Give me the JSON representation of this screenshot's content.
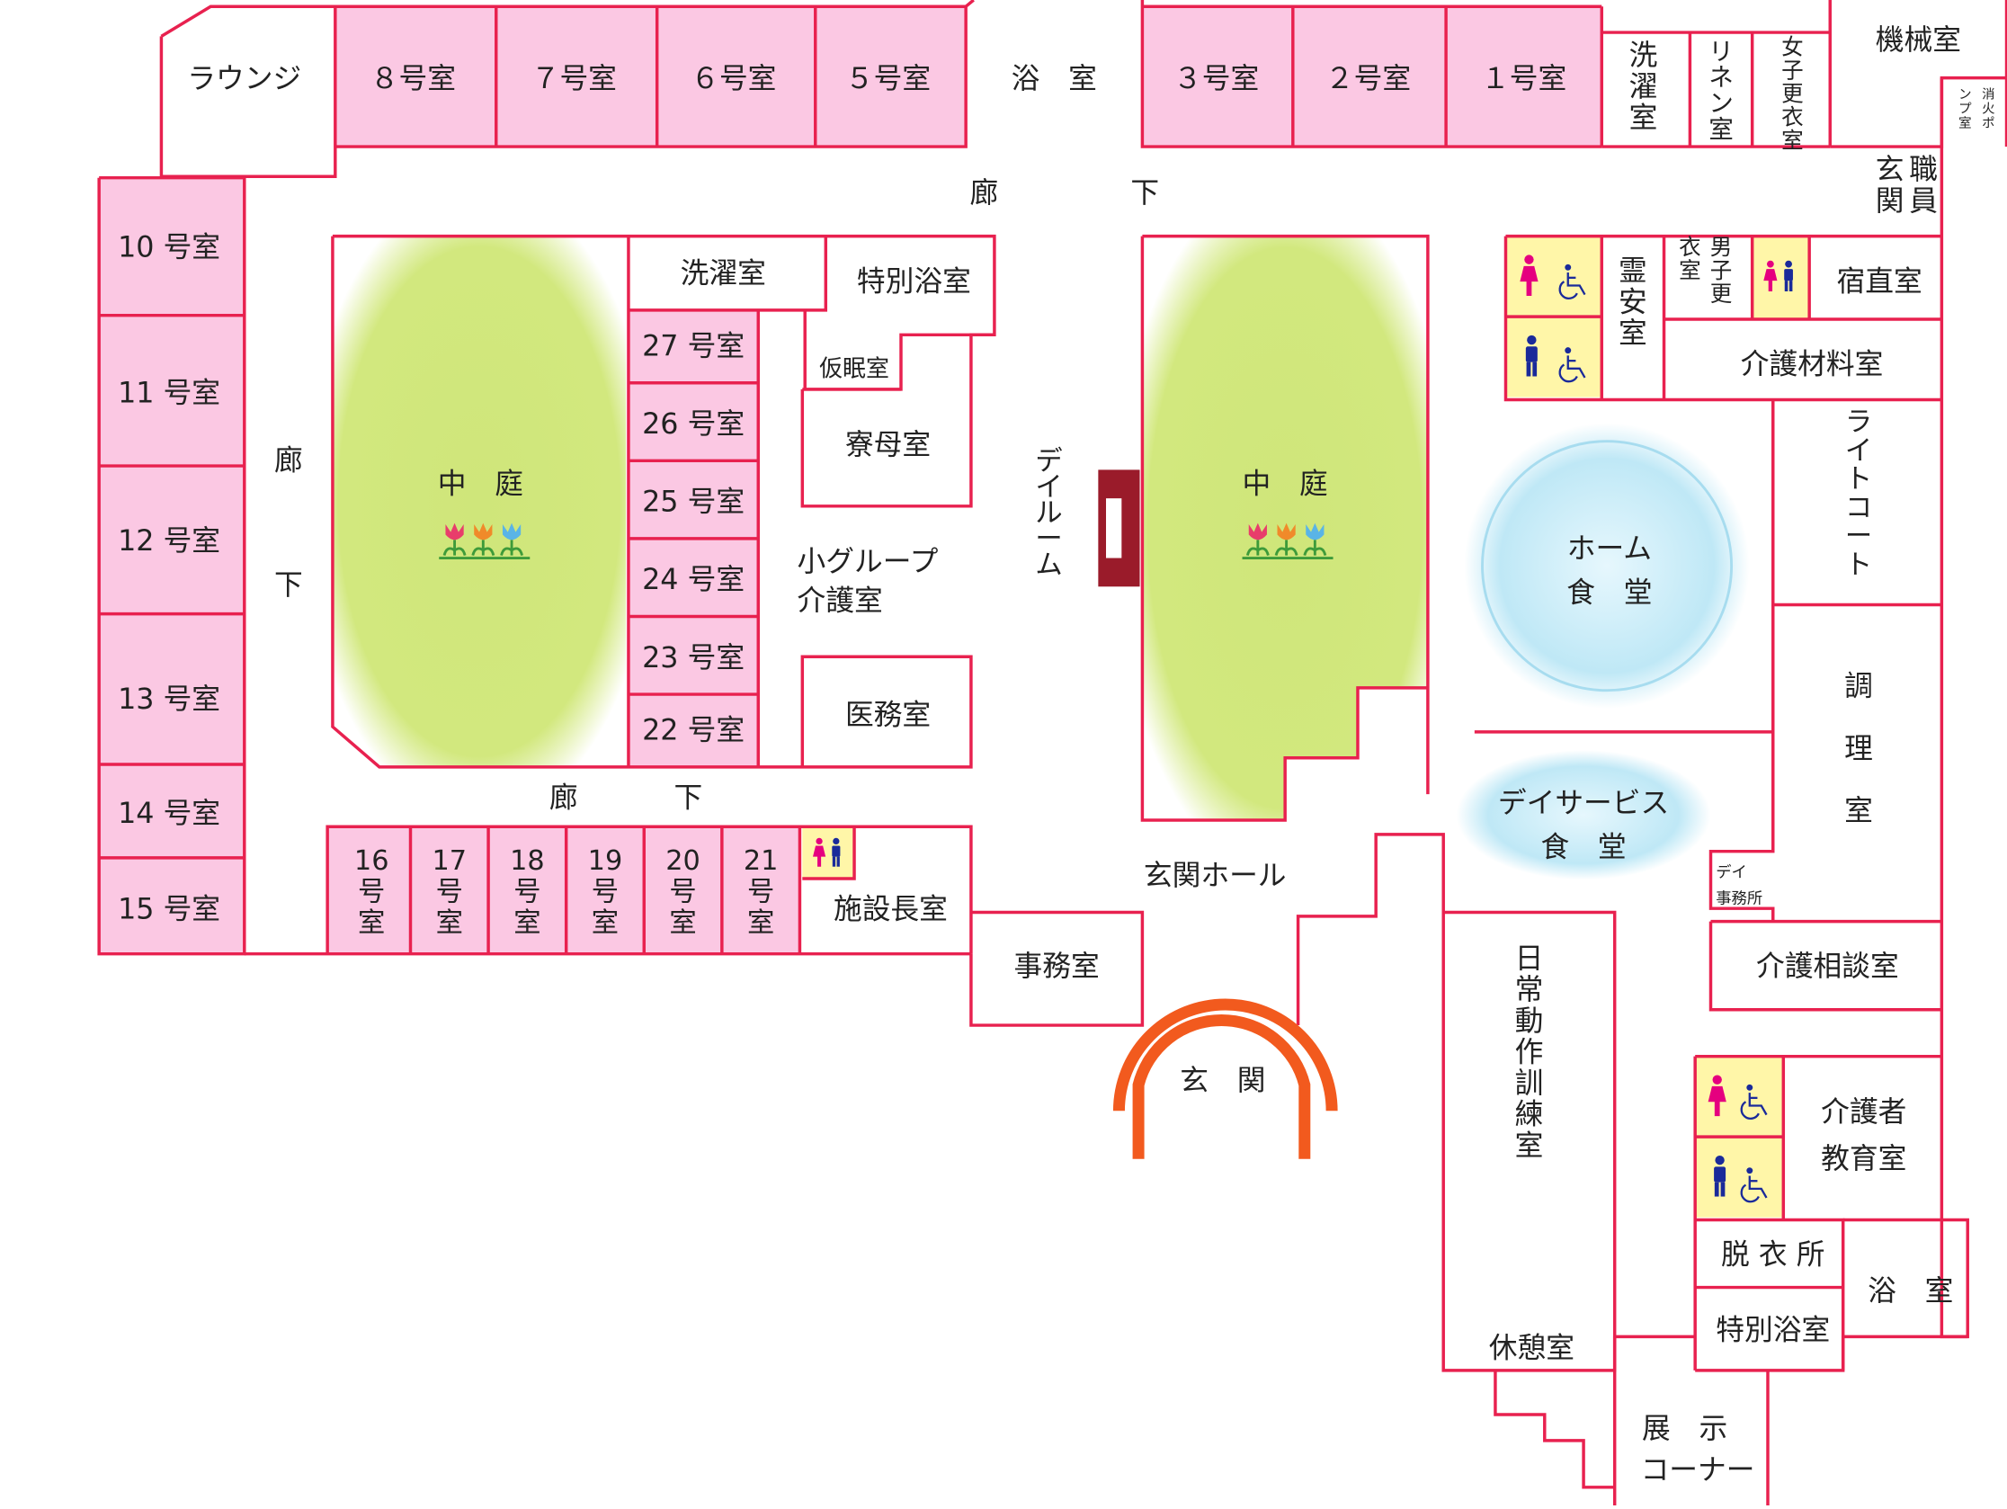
{
  "colors": {
    "wall": "#e8214f",
    "room_fill": "#fbc8e3",
    "garden": "#cfe67a",
    "dining": "#bfe8f6",
    "entrance_arch": "#f25a1e",
    "restroom_fill": "#fff6a8",
    "female": "#e5007f",
    "male": "#1a2a9a",
    "day_room_door": "#9a1b2a"
  },
  "rooms": {
    "lounge": "ラウンジ",
    "r8": "８号室",
    "r7": "７号室",
    "r6": "６号室",
    "r5": "５号室",
    "bath_top": "浴　室",
    "r3": "３号室",
    "r2": "２号室",
    "r1": "１号室",
    "laundry_top": "洗濯室",
    "linen": "リネン室",
    "female_locker": "女子更衣室",
    "machine": "機械室",
    "pump": "消火ポンプ室",
    "corridor_top_a": "廊",
    "corridor_top_b": "下",
    "staff_entrance": "職員玄関",
    "r10": "10 号室",
    "r11": "11 号室",
    "r12": "12 号室",
    "r13": "13 号室",
    "r14": "14 号室",
    "r15": "15 号室",
    "corridor_left_a": "廊",
    "corridor_left_b": "下",
    "courtyard1": "中　庭",
    "laundry_mid": "洗濯室",
    "special_bath_mid": "特別浴室",
    "r27": "27 号室",
    "r26": "26 号室",
    "r25": "25 号室",
    "r24": "24 号室",
    "r23": "23 号室",
    "r22": "22 号室",
    "nap": "仮眠室",
    "matron": "寮母室",
    "small_group": "小グループ介護室",
    "medical": "医務室",
    "corridor_mid_a": "廊",
    "corridor_mid_b": "下",
    "r16": "16号室",
    "r17": "17号室",
    "r18": "18号室",
    "r19": "19号室",
    "r20": "20号室",
    "r21": "21号室",
    "director": "施設長室",
    "office": "事務室",
    "entrance": "玄　関",
    "day_room": "デイルーム",
    "courtyard2": "中　庭",
    "entrance_hall": "玄関ホール",
    "mortuary": "霊安室",
    "male_locker": "男子更衣室",
    "night_duty": "宿直室",
    "care_materials": "介護材料室",
    "light_court": "ライトコート",
    "home_dining_a": "ホーム",
    "home_dining_b": "食　堂",
    "kitchen_a": "調",
    "kitchen_b": "理",
    "kitchen_c": "室",
    "day_service_a": "デイサービス",
    "day_service_b": "食　堂",
    "day_office": "デイ事務所",
    "adl_training": "日常動作訓練室",
    "care_consult": "介護相談室",
    "carer_edu": "介護者教育室",
    "undressing": "脱 衣 所",
    "bath_right": "浴　室",
    "special_bath_right": "特別浴室",
    "rest": "休憩室",
    "exhibit_a": "展　示",
    "exhibit_b": "コーナー"
  }
}
